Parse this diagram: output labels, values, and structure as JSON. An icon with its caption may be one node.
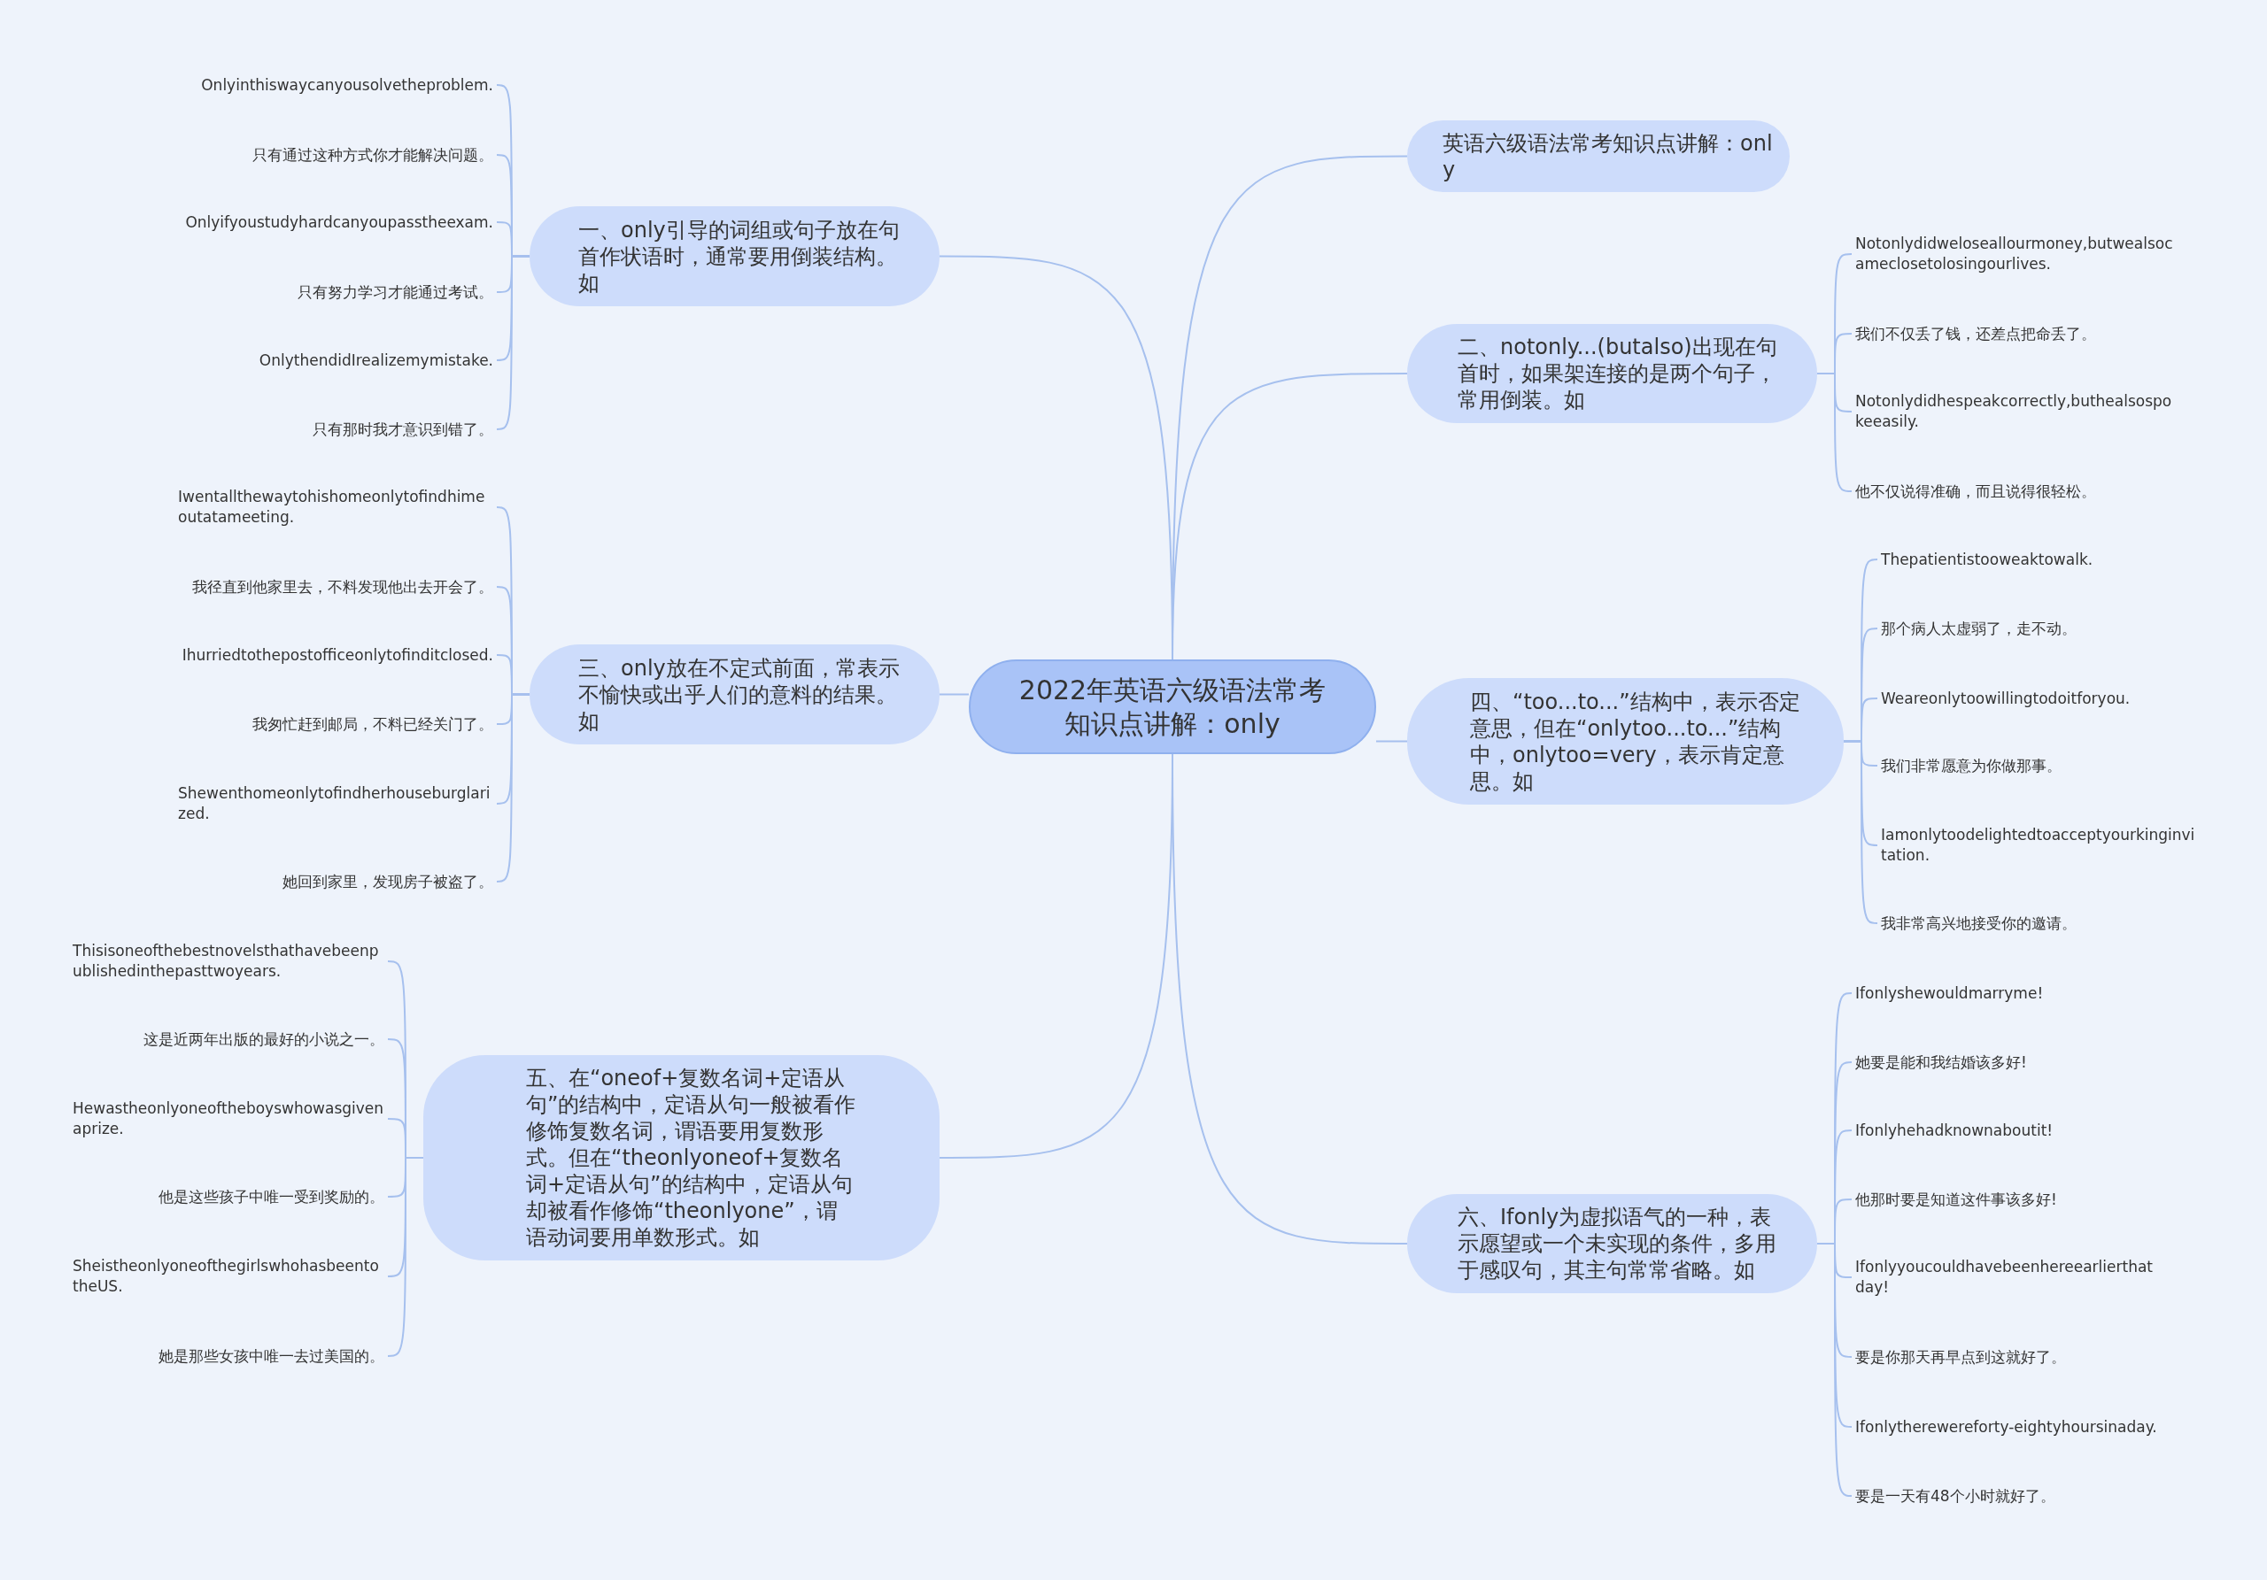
{
  "diagram": {
    "nodes": [
      {
        "text": [
          "2022年英语六级语法常考知识点讲解：only"
        ]
      },
      {
        "text": [
          "英语六级语法常考知识点讲解：only"
        ]
      },
      {
        "text": [
          "一、only引导的词组或句子放在句首作状语时，通常要用倒装结构。如"
        ]
      },
      {
        "text": [
          "Onlyinthiswaycanyousolvetheproblem."
        ]
      },
      {
        "text": [
          "只有通过这种方式你才能解决问题。"
        ]
      },
      {
        "text": [
          "Onlyifyoustudyhardcanyoupasstheexam."
        ]
      },
      {
        "text": [
          "只有努力学习才能通过考试。"
        ]
      },
      {
        "text": [
          "OnlythendidIrealizemymistake."
        ]
      },
      {
        "text": [
          "只有那时我才意识到错了。"
        ]
      },
      {
        "text": [
          "二、notonly...(butalso)出现在句首时，如果架连接的是两个句子，常用倒装。如"
        ]
      },
      {
        "text": [
          "Notonlydidweloseallourmoney,butwealsocameclosetolosingourlives."
        ]
      },
      {
        "text": [
          "我们不仅丢了钱，还差点把命丢了。"
        ]
      },
      {
        "text": [
          "Notonlydidhespeakcorrectly,buthealsospokeeasily."
        ]
      },
      {
        "text": [
          "他不仅说得准确，而且说得很轻松。"
        ]
      },
      {
        "text": [
          "三、only放在不定式前面，常表示不愉快或出乎人们的意料的结果。如"
        ]
      },
      {
        "text": [
          "Iwentallthewaytohishomeonlytofindhimeoutatameeting."
        ]
      },
      {
        "text": [
          "我径直到他家里去，不料发现他出去开会了。"
        ]
      },
      {
        "text": [
          "Ihurriedtothepostofficeonlytofinditclosed."
        ]
      },
      {
        "text": [
          "我匆忙赶到邮局，不料已经关门了。"
        ]
      },
      {
        "text": [
          "Shewenthomeonlytofindherhouseburglarized."
        ]
      },
      {
        "text": [
          "她回到家里，发现房子被盗了。"
        ]
      },
      {
        "text": [
          "四、“too...to...”结构中，表示否定意思，但在“onlytoo...to...”结构中，onlytoo=very，表示肯定意思。如"
        ]
      },
      {
        "text": [
          "Thepatientistooweaktowalk."
        ]
      },
      {
        "text": [
          "那个病人太虚弱了，走不动。"
        ]
      },
      {
        "text": [
          "Weareonlytoowillingtodoitforyou."
        ]
      },
      {
        "text": [
          "我们非常愿意为你做那事。"
        ]
      },
      {
        "text": [
          "Iamonlytoodelightedtoacceptyourkinginvitation."
        ]
      },
      {
        "text": [
          "我非常高兴地接受你的邀请。"
        ]
      },
      {
        "text": [
          "五、在“oneof+复数名词+定语从句”的结构中，定语从句一般被看作修饰复数名词，谓语要用复数形式。但在“theonlyoneof+复数名词+定语从句”的结构中，定语从句却被看作修饰“theonlyone”，谓语动词要用单数形式。如"
        ]
      },
      {
        "text": [
          "Thisisoneofthebestnovelsthathavebeenpublishedinthepasttwoyears."
        ]
      },
      {
        "text": [
          "这是近两年出版的最好的小说之一。"
        ]
      },
      {
        "text": [
          "Hewastheonlyoneoftheboyswhowasgivenaprize."
        ]
      },
      {
        "text": [
          "他是这些孩子中唯一受到奖励的。"
        ]
      },
      {
        "text": [
          "SheistheonlyoneofthegirlswhohasbeentotheUS."
        ]
      },
      {
        "text": [
          "她是那些女孩中唯一去过美国的。"
        ]
      },
      {
        "text": [
          "六、Ifonly为虚拟语气的一种，表示愿望或一个未实现的条件，多用于感叹句，其主句常常省略。如"
        ]
      },
      {
        "text": [
          "Ifonlyshewouldmarryme!"
        ]
      },
      {
        "text": [
          "她要是能和我结婚该多好!"
        ]
      },
      {
        "text": [
          "Ifonlyhehadknownaboutit!"
        ]
      },
      {
        "text": [
          "他那时要是知道这件事该多好!"
        ]
      },
      {
        "text": [
          "Ifonlyyoucouldhavebeenhereearlierthatday!"
        ]
      },
      {
        "text": [
          "要是你那天再早点到这就好了。"
        ]
      },
      {
        "text": [
          "Ifonlytherewereforty-eightyhoursinaday."
        ]
      },
      {
        "text": [
          "要是一天有48个小时就好了。"
        ]
      }
    ],
    "edges": [
      {
        "from": 0,
        "to": 1,
        "arrow": "none"
      },
      {
        "from": 0,
        "to": 2,
        "arrow": "none"
      },
      {
        "from": 2,
        "to": 3,
        "arrow": "none"
      },
      {
        "from": 2,
        "to": 4,
        "arrow": "none"
      },
      {
        "from": 2,
        "to": 5,
        "arrow": "none"
      },
      {
        "from": 2,
        "to": 6,
        "arrow": "none"
      },
      {
        "from": 2,
        "to": 7,
        "arrow": "none"
      },
      {
        "from": 2,
        "to": 8,
        "arrow": "none"
      },
      {
        "from": 0,
        "to": 9,
        "arrow": "none"
      },
      {
        "from": 9,
        "to": 10,
        "arrow": "none"
      },
      {
        "from": 9,
        "to": 11,
        "arrow": "none"
      },
      {
        "from": 9,
        "to": 12,
        "arrow": "none"
      },
      {
        "from": 9,
        "to": 13,
        "arrow": "none"
      },
      {
        "from": 0,
        "to": 14,
        "arrow": "none"
      },
      {
        "from": 14,
        "to": 15,
        "arrow": "none"
      },
      {
        "from": 14,
        "to": 16,
        "arrow": "none"
      },
      {
        "from": 14,
        "to": 17,
        "arrow": "none"
      },
      {
        "from": 14,
        "to": 18,
        "arrow": "none"
      },
      {
        "from": 14,
        "to": 19,
        "arrow": "none"
      },
      {
        "from": 14,
        "to": 20,
        "arrow": "none"
      },
      {
        "from": 0,
        "to": 21,
        "arrow": "none"
      },
      {
        "from": 21,
        "to": 22,
        "arrow": "none"
      },
      {
        "from": 21,
        "to": 23,
        "arrow": "none"
      },
      {
        "from": 21,
        "to": 24,
        "arrow": "none"
      },
      {
        "from": 21,
        "to": 25,
        "arrow": "none"
      },
      {
        "from": 21,
        "to": 26,
        "arrow": "none"
      },
      {
        "from": 21,
        "to": 27,
        "arrow": "none"
      },
      {
        "from": 0,
        "to": 28,
        "arrow": "none"
      },
      {
        "from": 28,
        "to": 29,
        "arrow": "none"
      },
      {
        "from": 28,
        "to": 30,
        "arrow": "none"
      },
      {
        "from": 28,
        "to": 31,
        "arrow": "none"
      },
      {
        "from": 28,
        "to": 32,
        "arrow": "none"
      },
      {
        "from": 28,
        "to": 33,
        "arrow": "none"
      },
      {
        "from": 28,
        "to": 34,
        "arrow": "none"
      },
      {
        "from": 0,
        "to": 35,
        "arrow": "none"
      },
      {
        "from": 35,
        "to": 36,
        "arrow": "none"
      },
      {
        "from": 35,
        "to": 37,
        "arrow": "none"
      },
      {
        "from": 35,
        "to": 38,
        "arrow": "none"
      },
      {
        "from": 35,
        "to": 39,
        "arrow": "none"
      },
      {
        "from": 35,
        "to": 40,
        "arrow": "none"
      },
      {
        "from": 35,
        "to": 41,
        "arrow": "none"
      },
      {
        "from": 35,
        "to": 42,
        "arrow": "none"
      },
      {
        "from": 35,
        "to": 43,
        "arrow": "none"
      }
    ]
  }
}
